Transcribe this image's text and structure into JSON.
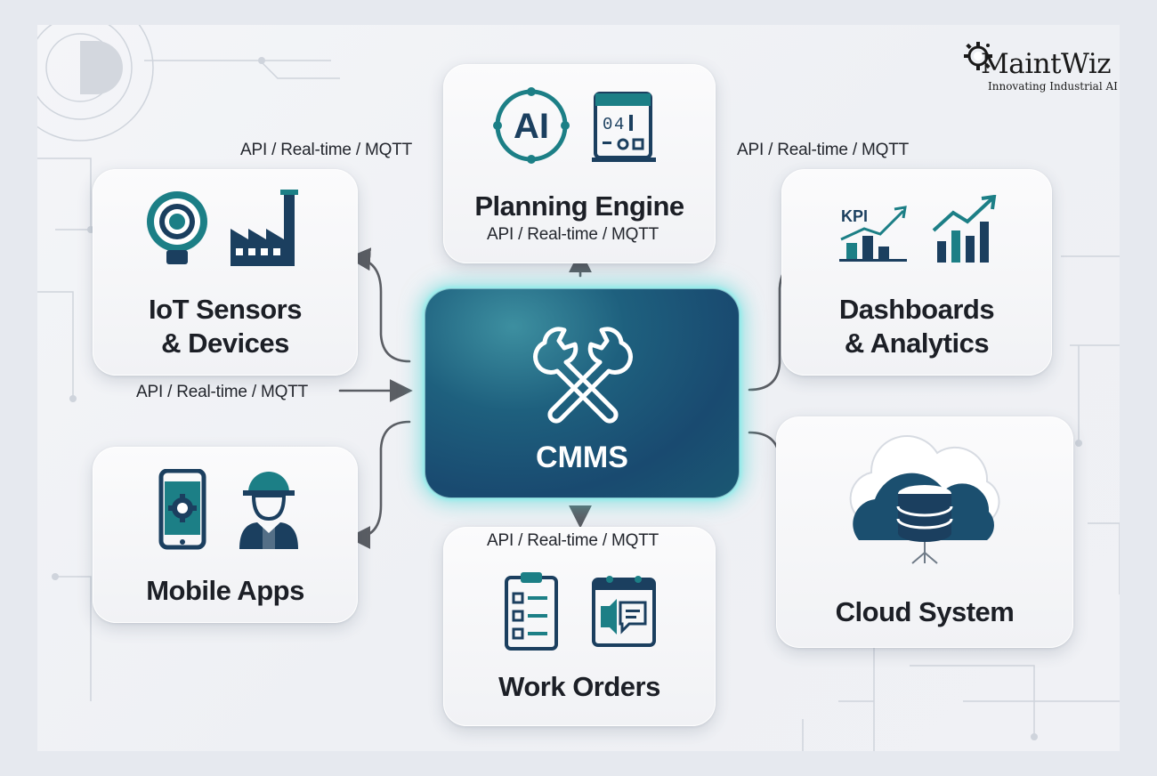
{
  "logo": {
    "name": "MaintWiz",
    "tagline": "Innovating Industrial AI"
  },
  "hub": {
    "label": "CMMS",
    "icon": "wrench-cross-icon"
  },
  "protocol_label": "API / Real-time / MQTT",
  "nodes": {
    "iot": {
      "line1": "IoT Sensors",
      "line2": "& Devices",
      "icons": [
        "sensor-icon",
        "factory-icon"
      ]
    },
    "planning": {
      "title": "Planning Engine",
      "icons": [
        "ai-icon",
        "calendar-schedule-icon"
      ]
    },
    "dashboards": {
      "line1": "Dashboards",
      "line2": "& Analytics",
      "icons": [
        "kpi-chart-icon",
        "growth-chart-icon"
      ]
    },
    "mobile": {
      "title": "Mobile Apps",
      "icons": [
        "phone-gear-icon",
        "technician-icon"
      ]
    },
    "workorders": {
      "title": "Work Orders",
      "icons": [
        "checklist-icon",
        "calendar-message-icon"
      ]
    },
    "cloud": {
      "title": "Cloud System",
      "icons": [
        "cloud-database-icon"
      ]
    }
  },
  "protocols": {
    "top_left": "API / Real-time / MQTT",
    "top_right": "API / Real-time / MQTT",
    "planning": "API / Real-time / MQTT",
    "left": "API / Real-time / MQTT",
    "workorders": "API / Real-time / MQTT"
  },
  "colors": {
    "teal": "#1c7f86",
    "navy": "#1b3f5f",
    "hub_glow": "#49d6d6",
    "text": "#1c1f26"
  }
}
